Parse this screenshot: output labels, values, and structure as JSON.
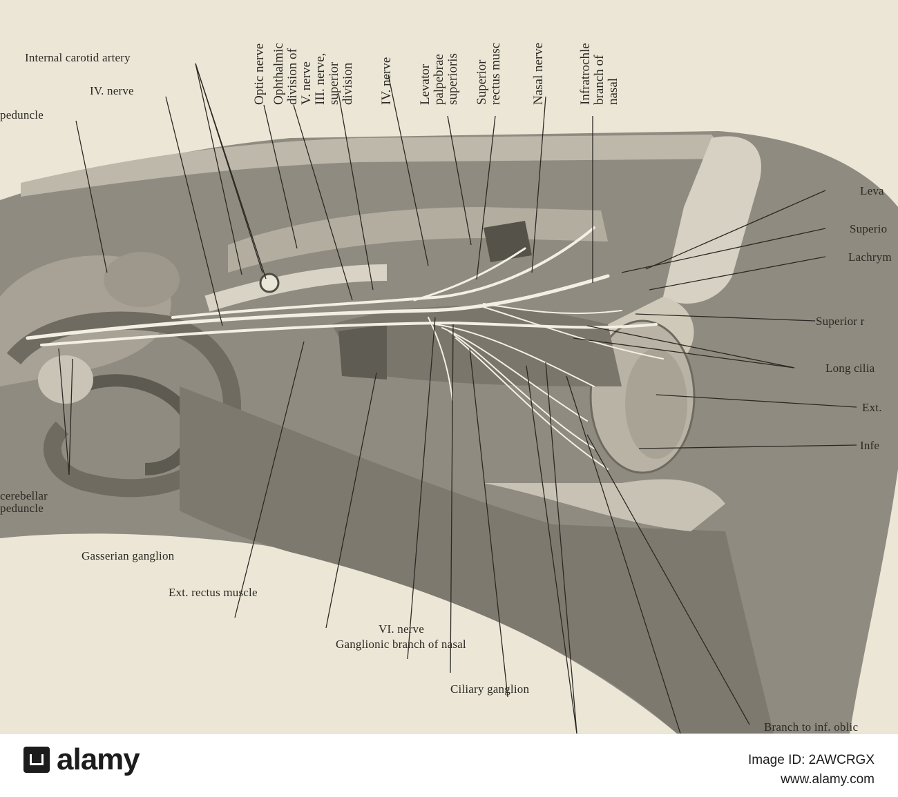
{
  "figure": {
    "labels_left": {
      "internal_carotid_artery": "Internal carotid artery",
      "iv_nerve": "IV. nerve",
      "peduncle_top": "peduncle",
      "cerebellar": "cerebellar",
      "peduncle_bottom": "peduncle"
    },
    "labels_vertical": [
      "Optic nerve",
      "Ophthalmic",
      "division of",
      "V. nerve",
      "III. nerve,",
      "superior",
      "division",
      "IV. nerve",
      "Levator",
      "palpebrae",
      "superioris",
      "Superior",
      "rectus musc",
      "Nasal nerve",
      "Infratrochle",
      "branch of",
      "nasal"
    ],
    "labels_right": {
      "levator": "Leva",
      "superior": "Superio",
      "lachrymal": "Lachrym",
      "superior_rectus": "Superior r",
      "long_ciliary": "Long cilia",
      "ext": "Ext.",
      "inferior": "Infe"
    },
    "labels_bottom": {
      "gasserian_ganglion": "Gasserian ganglion",
      "ext_rectus_muscle": "Ext. rectus muscle",
      "vi_nerve": "VI. nerve",
      "ganglionic_branch": "Ganglionic branch of nasal",
      "ciliary_ganglion": "Ciliary ganglion",
      "branch_inf_oblique": "Branch to inf. oblic"
    }
  },
  "stock_bar": {
    "brand": "alamy",
    "image_id_label": "Image ID: 2AWCRGX",
    "url": "www.alamy.com"
  }
}
